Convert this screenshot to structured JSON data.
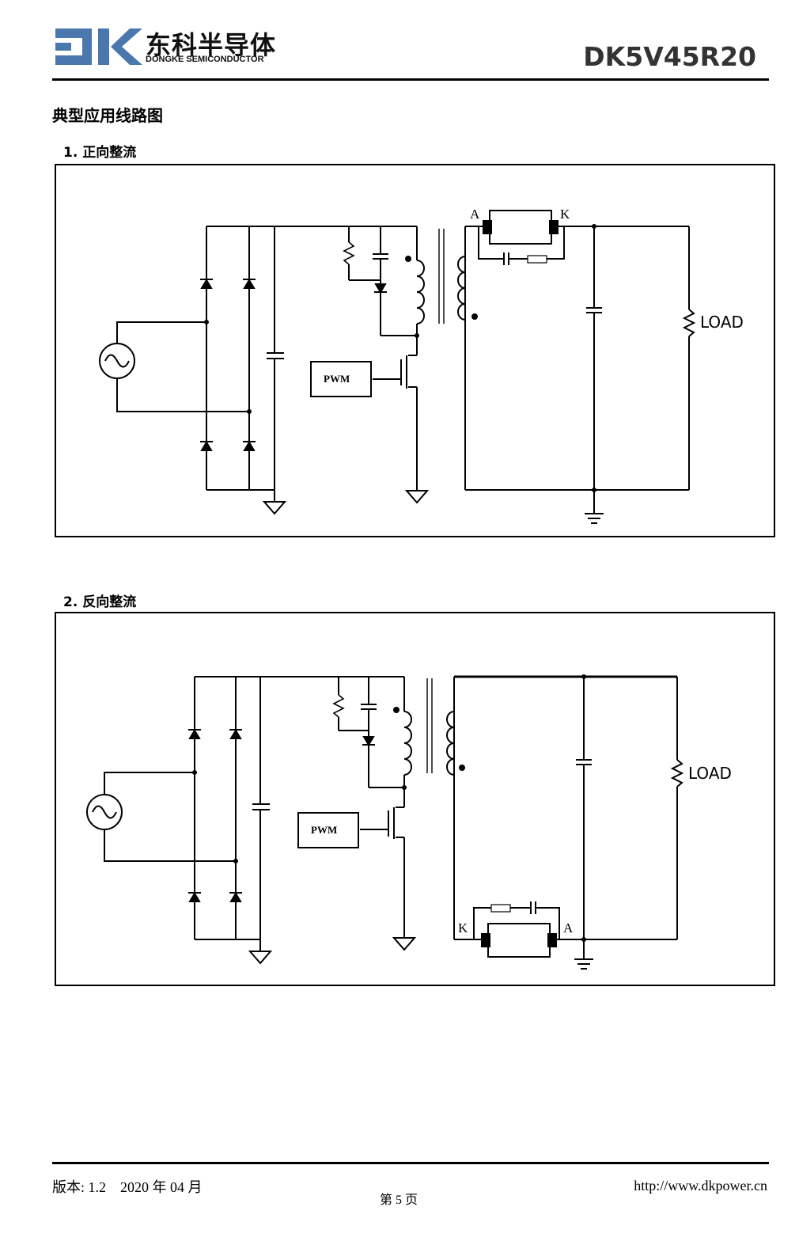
{
  "header": {
    "logo_letters": "DK",
    "company_cn": "东科半导体",
    "company_en": "DONGKE SEMICONDUCTOR",
    "part_number": "DK5V45R20"
  },
  "section": {
    "title": "典型应用线路图"
  },
  "figures": [
    {
      "caption": "1.  正向整流",
      "pwm": "PWM",
      "load": "LOAD",
      "pin_a": "A",
      "pin_k": "K"
    },
    {
      "caption": "2.  反向整流",
      "pwm": "PWM",
      "load": "LOAD",
      "pin_a": "A",
      "pin_k": "K"
    }
  ],
  "footer": {
    "version": "版本: 1.2    2020 年 04 月",
    "page": "第 5 页",
    "url": "http://www.dkpower.cn"
  }
}
